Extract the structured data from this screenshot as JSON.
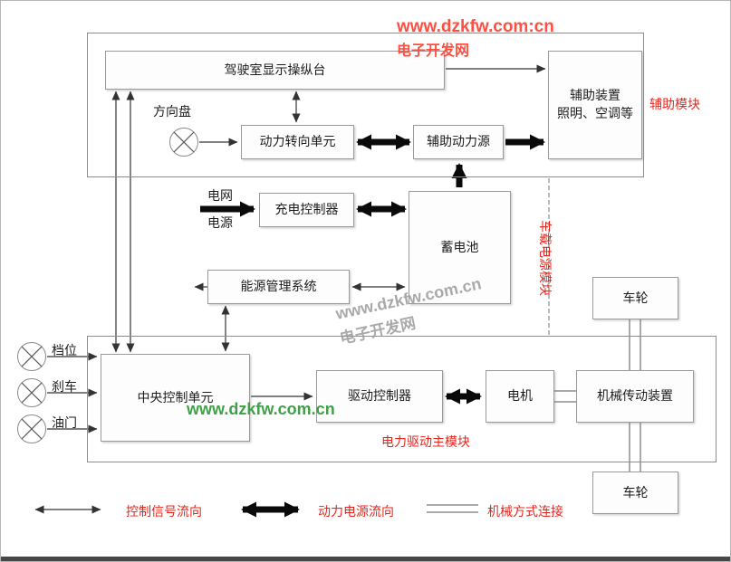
{
  "watermarks": {
    "top1": "www.dzkfw.com:cn",
    "top2": "电子开发网",
    "mid1": "www.dzkfw.com.cn",
    "mid2": "电子开发网",
    "green": "www.dzkfw.com.cn"
  },
  "module_labels": {
    "auxiliary": "辅助模块",
    "onboard_power": "车载电源模块",
    "drive_main": "电力驱动主模块"
  },
  "boxes": {
    "console": "驾驶室显示操纵台",
    "aux_devices": [
      "辅助装置",
      "照明、空调等"
    ],
    "steering_unit": "动力转向单元",
    "aux_power": "辅助动力源",
    "charger": "充电控制器",
    "battery": "蓄电池",
    "ems": "能源管理系统",
    "ccu": "中央控制单元",
    "drive_controller": "驱动控制器",
    "motor": "电机",
    "transmission": "机械传动装置",
    "wheel_top": "车轮",
    "wheel_bottom": "车轮"
  },
  "io_labels": {
    "steering_wheel": "方向盘",
    "grid1": "电网",
    "grid2": "电源",
    "gear": "档位",
    "brake": "刹车",
    "throttle": "油门"
  },
  "legend": {
    "signal": "控制信号流向",
    "power": "动力电源流向",
    "mechanical": "机械方式连接"
  },
  "colors": {
    "label_red": "#e8251c",
    "watermark_top": "#ff4f42",
    "watermark_gray": "#9b9b9b",
    "watermark_green": "#3fa047",
    "wire": "#333333",
    "power_wire": "#0a0a0a"
  }
}
